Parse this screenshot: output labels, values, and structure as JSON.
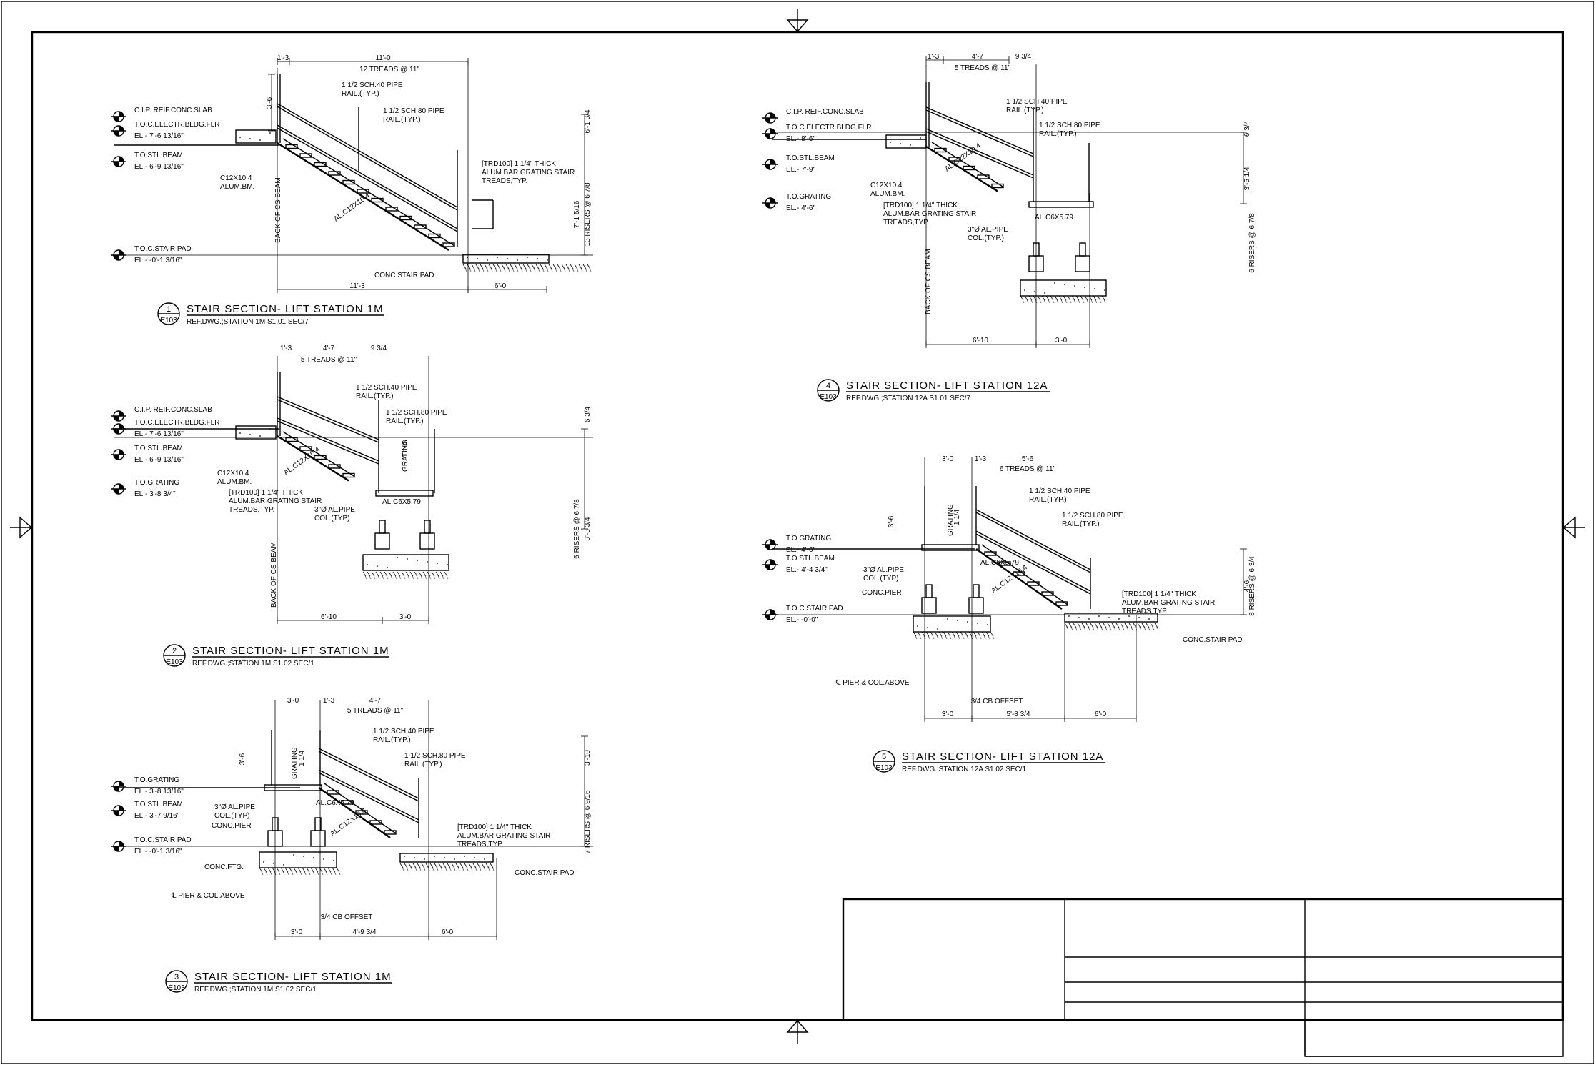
{
  "sheet": {
    "title_block_cells": [
      "",
      "",
      "",
      "",
      "",
      "",
      ""
    ]
  },
  "details": [
    {
      "number": "1",
      "sheet_ref": "E103",
      "title": "STAIR SECTION- LIFT STATION 1M",
      "ref": "REF.DWG.;STATION 1M S1.01 SEC/7",
      "elevations": [
        {
          "label": "C.I.P. REIF.CONC.SLAB",
          "value": ""
        },
        {
          "label": "T.O.C.ELECTR.BLDG.FLR",
          "value": "EL.- 7'-6 13/16\""
        },
        {
          "label": "T.O.STL.BEAM",
          "value": "EL.- 6'-9 13/16\""
        },
        {
          "label": "T.O.C.STAIR PAD",
          "value": "EL.- -0'-1 3/16\""
        }
      ],
      "dims": [
        "1'-3",
        "11'-0",
        "12 TREADS @ 11\"",
        "3'-6",
        "6'-1 3/4",
        "13 RISERS @ 6 7/8",
        "7'-1 5/16",
        "11'-3",
        "6'-0"
      ],
      "notes": [
        "1 1/2 SCH.40 PIPE",
        "RAIL.(TYP.)",
        "1 1/2 SCH.80 PIPE",
        "RAIL.(TYP.)",
        "C12X10.4",
        "ALUM.BM.",
        "BACK OF CS BEAM",
        "AL.C12X10.4",
        "[TRD100] 1 1/4\" THICK",
        "ALUM.BAR GRATING STAIR",
        "TREADS,TYP.",
        "CONC.STAIR PAD"
      ]
    },
    {
      "number": "2",
      "sheet_ref": "E103",
      "title": "STAIR SECTION- LIFT STATION 1M",
      "ref": "REF.DWG.;STATION 1M S1.02 SEC/1",
      "elevations": [
        {
          "label": "C.I.P. REIF.CONC.SLAB",
          "value": ""
        },
        {
          "label": "T.O.C.ELECTR.BLDG.FLR",
          "value": "EL.- 7'-6 13/16\""
        },
        {
          "label": "T.O.STL.BEAM",
          "value": "EL.- 6'-9 13/16\""
        },
        {
          "label": "T.O.GRATING",
          "value": "EL.- 3'-8 3/4\""
        }
      ],
      "dims": [
        "1'-3",
        "4'-7",
        "9 3/4",
        "5 TREADS @ 11\"",
        "6 3/4",
        "3'-3 3/4",
        "6 RISERS @ 6 7/8",
        "6'-10",
        "3'-0"
      ],
      "notes": [
        "1 1/2 SCH.40 PIPE",
        "RAIL.(TYP.)",
        "1 1/2 SCH.80 PIPE",
        "RAIL.(TYP.)",
        "C12X10.4",
        "ALUM.BM.",
        "BACK OF CS BEAM",
        "AL.C12X10.4",
        "GRATING",
        "1 1/4",
        "[TRD100] 1 1/4\" THICK",
        "ALUM.BAR GRATING STAIR",
        "TREADS,TYP.",
        "3\"Ø AL.PIPE",
        "COL.(TYP)",
        "AL.C6X5.79"
      ]
    },
    {
      "number": "3",
      "sheet_ref": "E103",
      "title": "STAIR SECTION- LIFT STATION 1M",
      "ref": "REF.DWG.;STATION 1M S1.02 SEC/1",
      "elevations": [
        {
          "label": "T.O.GRATING",
          "value": "EL.- 3'-8 13/16\""
        },
        {
          "label": "T.O.STL.BEAM",
          "value": "EL.- 3'-7 9/16\""
        },
        {
          "label": "T.O.C.STAIR PAD",
          "value": "EL.- -0'-1 3/16\""
        }
      ],
      "dims": [
        "3'-0",
        "1'-3",
        "4'-7",
        "5 TREADS @ 11\"",
        "3'-6",
        "3'-10",
        "7 RISERS @ 6 9/16",
        "3'-0",
        "4'-9 3/4",
        "6'-0",
        "3/4 CB OFFSET"
      ],
      "notes": [
        "1 1/2 SCH.40 PIPE",
        "RAIL.(TYP.)",
        "1 1/2 SCH.80 PIPE",
        "RAIL.(TYP.)",
        "GRATING",
        "1 1/4",
        "3\"Ø AL.PIPE",
        "COL.(TYP)",
        "AL.C6X5.79",
        "CONC.PIER",
        "AL.C12X10.4",
        "[TRD100] 1 1/4\" THICK",
        "ALUM.BAR GRATING STAIR",
        "TREADS,TYP.",
        "CONC.FTG.",
        "CONC.STAIR PAD",
        "℄ PIER & COL.ABOVE"
      ]
    },
    {
      "number": "4",
      "sheet_ref": "E103",
      "title": "STAIR SECTION- LIFT STATION 12A",
      "ref": "REF.DWG.;STATION 12A S1.01 SEC/7",
      "elevations": [
        {
          "label": "C.I.P. REIF.CONC.SLAB",
          "value": ""
        },
        {
          "label": "T.O.C.ELECTR.BLDG.FLR",
          "value": "EL.- 8'-6\""
        },
        {
          "label": "T.O.STL.BEAM",
          "value": "EL.- 7'-9\""
        },
        {
          "label": "T.O.GRATING",
          "value": "EL.- 4'-6\""
        }
      ],
      "dims": [
        "1'-3",
        "4'-7",
        "9 3/4",
        "5 TREADS @ 11\"",
        "6 3/4",
        "3'-5 1/4",
        "6 RISERS @ 6 7/8",
        "6'-10",
        "3'-0"
      ],
      "notes": [
        "1 1/2 SCH.40 PIPE",
        "RAIL.(TYP.)",
        "1 1/2 SCH.80 PIPE",
        "RAIL.(TYP.)",
        "C12X10.4",
        "ALUM.BM.",
        "AL.C12X10.4",
        "[TRD100] 1 1/4\" THICK",
        "ALUM.BAR GRATING STAIR",
        "TREADS,TYP.",
        "AL.C6X5.79",
        "3\"Ø AL.PIPE",
        "COL.(TYP.)",
        "BACK OF CS BEAM"
      ]
    },
    {
      "number": "5",
      "sheet_ref": "E103",
      "title": "STAIR SECTION- LIFT STATION 12A",
      "ref": "REF.DWG.;STATION 12A S1.02 SEC/1",
      "elevations": [
        {
          "label": "T.O.GRATING",
          "value": "EL.- 4'-6\""
        },
        {
          "label": "T.O.STL.BEAM",
          "value": "EL.- 4'-4 3/4\""
        },
        {
          "label": "T.O.C.STAIR PAD",
          "value": "EL.- -0'-0\""
        }
      ],
      "dims": [
        "3'-0",
        "1'-3",
        "5'-6",
        "6 TREADS @ 11\"",
        "3'-6",
        "4'-6",
        "8 RISERS @ 6 3/4",
        "3'-0",
        "5'-8 3/4",
        "6'-0",
        "3/4 CB OFFSET"
      ],
      "notes": [
        "1 1/2 SCH.40 PIPE",
        "RAIL.(TYP.)",
        "1 1/2 SCH.80 PIPE",
        "RAIL.(TYP.)",
        "GRATING",
        "1 1/4",
        "3\"Ø AL.PIPE",
        "COL.(TYP)",
        "AL.C6X5.79",
        "CONC.PIER",
        "AL.C12X10.4",
        "[TRD100] 1 1/4\" THICK",
        "ALUM.BAR GRATING STAIR",
        "TREADS,TYP.",
        "CONC.STAIR PAD",
        "℄ PIER & COL.ABOVE"
      ]
    }
  ]
}
